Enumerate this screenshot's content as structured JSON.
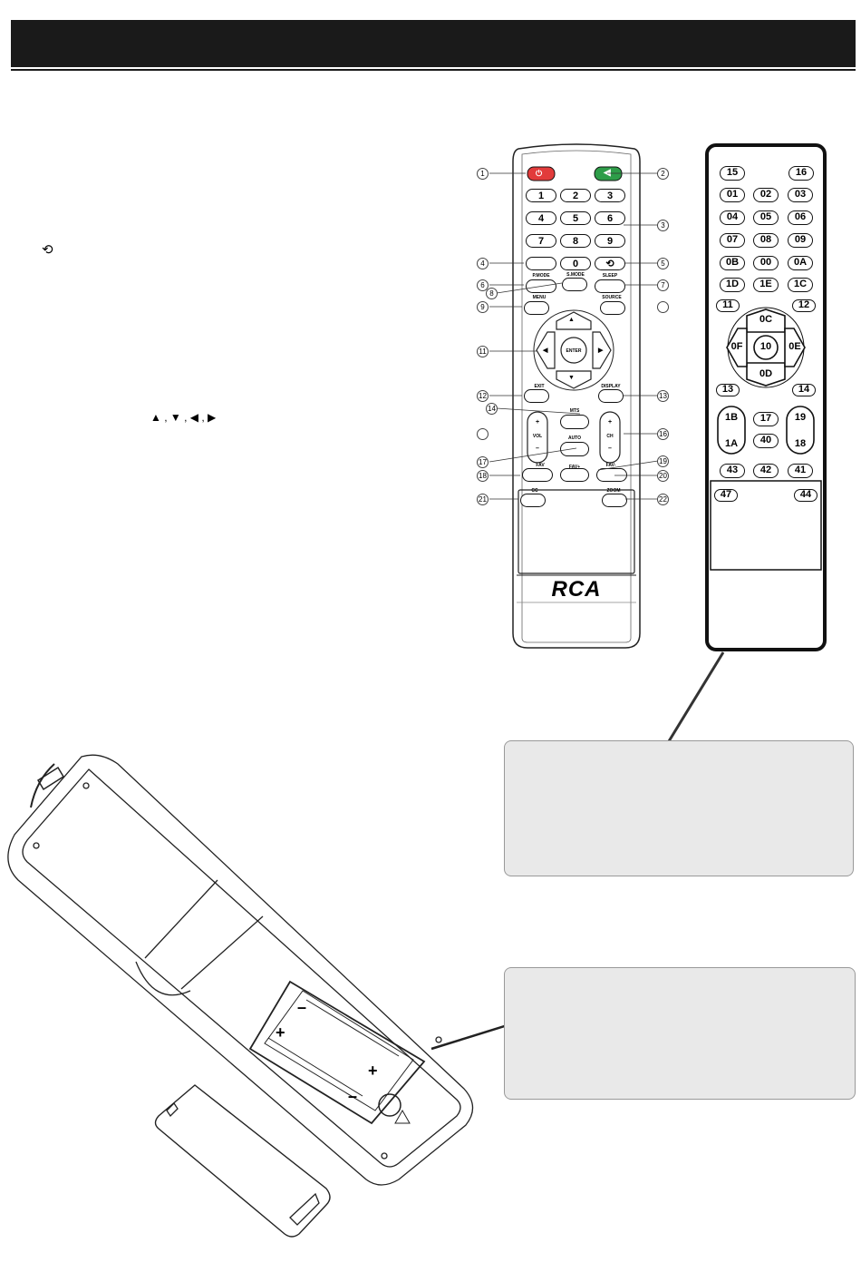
{
  "symbols": {
    "return": "⟲",
    "arrows": "▲ , ▼ , ◀ , ▶"
  },
  "remote": {
    "brand": "RCA",
    "numbers": [
      "1",
      "2",
      "3",
      "4",
      "5",
      "6",
      "7",
      "8",
      "9",
      "0"
    ],
    "labels": {
      "pmode": "P.MODE",
      "smode": "S.MODE",
      "sleep": "SLEEP",
      "menu": "MENU",
      "source": "SOURCE",
      "enter": "ENTER",
      "exit": "EXIT",
      "display": "DISPLAY",
      "mts": "MTS",
      "vol": "VOL",
      "ch": "CH",
      "auto": "AUTO",
      "fav": "FAV",
      "favplus": "FAV+",
      "favminus": "FAV-",
      "cc": "CC",
      "zoom": "ZOOM",
      "plus": "+",
      "minus": "–",
      "up": "▲",
      "down": "▼",
      "left": "◀",
      "right": "▶"
    },
    "callouts": [
      "1",
      "2",
      "3",
      "4",
      "5",
      "6",
      "7",
      "8",
      "9",
      "11",
      "12",
      "13",
      "14",
      "16",
      "17",
      "18",
      "19",
      "20",
      "21",
      "22"
    ]
  },
  "codes": {
    "row1": [
      "15",
      "16"
    ],
    "row2": [
      "01",
      "02",
      "03"
    ],
    "row3": [
      "04",
      "05",
      "06"
    ],
    "row4": [
      "07",
      "08",
      "09"
    ],
    "row5": [
      "0B",
      "00",
      "0A"
    ],
    "row6": [
      "1D",
      "1E",
      "1C"
    ],
    "row7": [
      "11",
      "12"
    ],
    "dpad": {
      "up": "0C",
      "left": "0F",
      "center": "10",
      "right": "0E",
      "down": "0D"
    },
    "row8": [
      "13",
      "14"
    ],
    "vol": [
      "1B",
      "1A"
    ],
    "mid": [
      "17",
      "40"
    ],
    "ch": [
      "19",
      "18"
    ],
    "row9": [
      "43",
      "42",
      "41"
    ],
    "row10": [
      "47",
      "44"
    ]
  },
  "battery": {
    "plus": "+",
    "minus": "–"
  }
}
